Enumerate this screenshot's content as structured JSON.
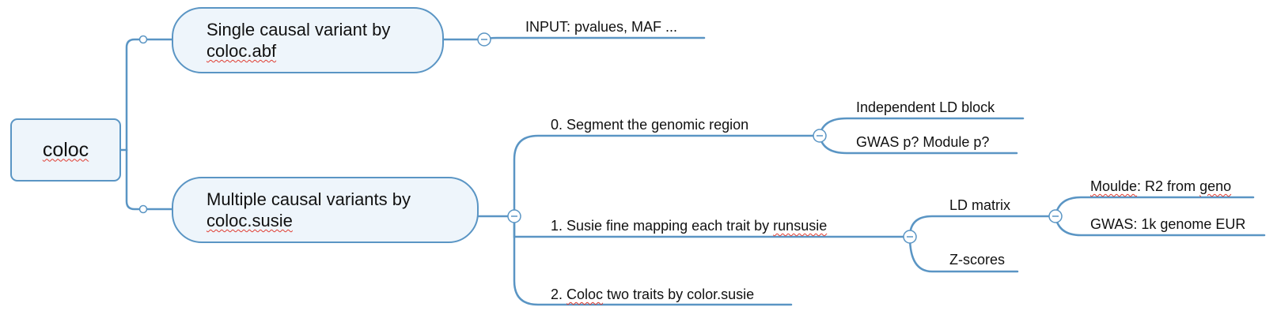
{
  "root": {
    "label": "coloc"
  },
  "branches": {
    "single": {
      "line1": "Single causal variant by",
      "line2": "coloc.abf",
      "children": {
        "input": "INPUT: pvalues, MAF ..."
      }
    },
    "multiple": {
      "line1": "Multiple causal variants by",
      "line2": "coloc.susie",
      "children": {
        "segment": {
          "label": "0. Segment the genomic region",
          "children": [
            "Independent LD block",
            "GWAS p? Module p?"
          ]
        },
        "susie": {
          "label_prefix": "1. Susie fine mapping each trait by ",
          "label_word": "runsusie",
          "children": {
            "ld": {
              "label": "LD matrix",
              "children": [
                {
                  "word": "Moulde",
                  "rest": ": R2 from ",
                  "word2": "geno"
                },
                {
                  "text": "GWAS: 1k genome EUR"
                }
              ]
            },
            "zscores": {
              "label": "Z-scores"
            }
          }
        },
        "coloc": {
          "label_prefix": "2. ",
          "label_word": "Coloc",
          "label_rest": " two traits by color.susie"
        }
      }
    }
  },
  "colors": {
    "line": "#5a95c4",
    "node_fill": "#eef5fb",
    "spellcheck": "#e03c31"
  }
}
